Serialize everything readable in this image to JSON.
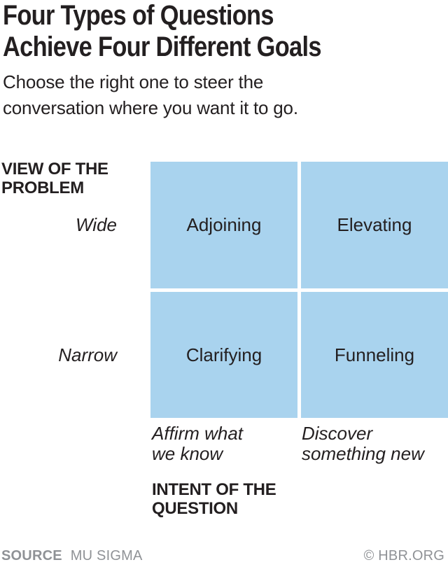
{
  "header": {
    "title_lines": [
      "Four Types of Questions",
      "Achieve Four Different Goals"
    ],
    "subtitle_lines": [
      "Choose the right one to steer the",
      "conversation where you want it to go."
    ]
  },
  "matrix": {
    "y_axis_title_lines": [
      "VIEW OF THE",
      "PROBLEM"
    ],
    "x_axis_title_lines": [
      "INTENT OF THE",
      "QUESTION"
    ],
    "row_labels": [
      "Wide",
      "Narrow"
    ],
    "column_footnotes": [
      [
        "Affirm what",
        "we know"
      ],
      [
        "Discover",
        "something new"
      ]
    ],
    "cells": [
      "Adjoining",
      "Elevating",
      "Clarifying",
      "Funneling"
    ]
  },
  "footer": {
    "source_label": "SOURCE",
    "source_value": "MU SIGMA",
    "credit": "© HBR.ORG"
  },
  "colors": {
    "cell_fill": "#a9d3ee",
    "text": "#231f20",
    "muted": "#8f9296"
  }
}
